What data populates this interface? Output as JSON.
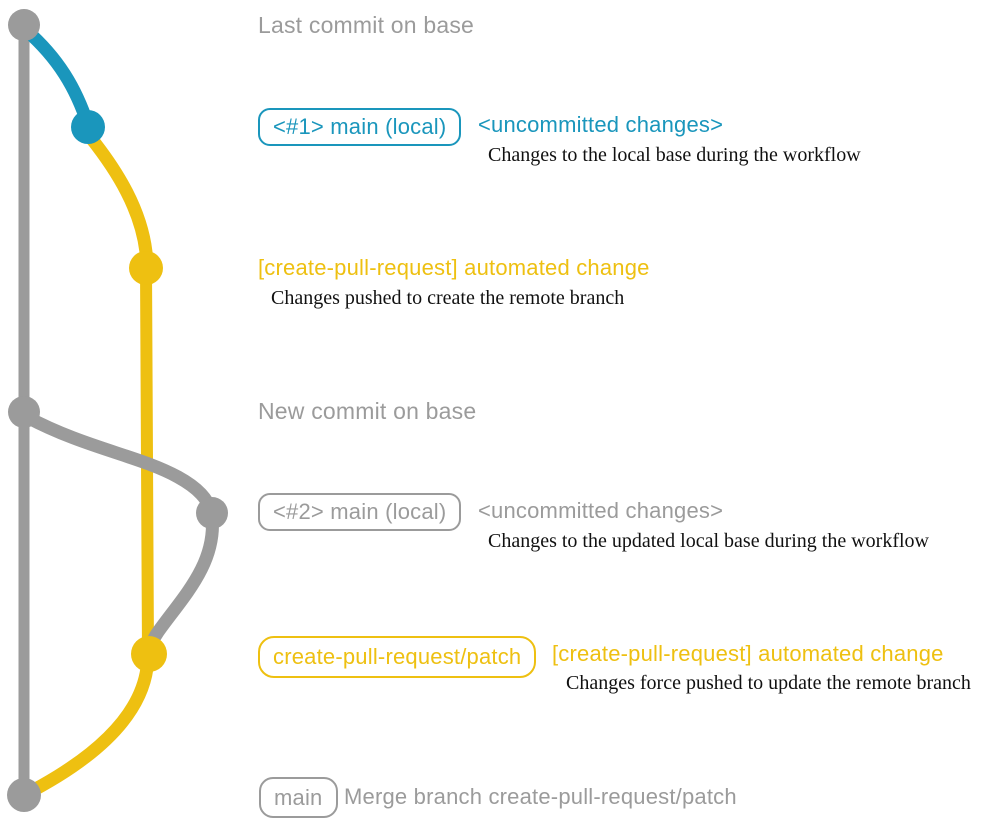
{
  "colors": {
    "base_gray": "#9b9b9b",
    "local_teal": "#1a96bc",
    "branch_yellow": "#eec011",
    "description_text": "#111111",
    "background": "#ffffff"
  },
  "annotations": {
    "row1": {
      "label": "Last commit on base"
    },
    "row2": {
      "badge": "<#1> main (local)",
      "heading": "<uncommitted changes>",
      "description": "Changes to the local base during the workflow"
    },
    "row3": {
      "heading": "[create-pull-request] automated change",
      "description": "Changes pushed to create the remote branch"
    },
    "row4": {
      "label": "New commit on base"
    },
    "row5": {
      "badge": "<#2> main (local)",
      "heading": "<uncommitted changes>",
      "description": "Changes to the updated local base during the workflow"
    },
    "row6": {
      "badge": "create-pull-request/patch",
      "heading": "[create-pull-request] automated change",
      "description": "Changes force pushed to update the remote branch"
    },
    "row7": {
      "badge": "main",
      "label": "Merge branch create-pull-request/patch"
    }
  }
}
